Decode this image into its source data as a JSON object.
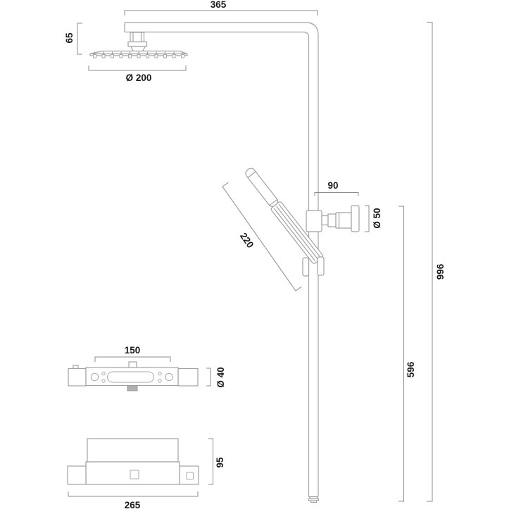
{
  "drawing": {
    "type": "technical dimension drawing",
    "subject": "thermostatic shower column with rain shower head, hand shower and mixer valve",
    "units": "mm",
    "colors": {
      "background": "#ffffff",
      "outline": "#a2a2a2",
      "dimension_line": "#8c8c8c",
      "text": "#1a1a1a",
      "shaded_part": "#b0b0b0"
    },
    "dimensions": {
      "arm_length": "365",
      "head_height": "65",
      "head_diameter": "Ø 200",
      "diverter_offset": "90",
      "diverter_knob_diameter": "Ø 50",
      "hand_shower_length": "220",
      "overall_height": "996",
      "rail_length": "596",
      "valve_hole_spacing": "150",
      "valve_body_diameter": "Ø 40",
      "valve_depth": "95",
      "valve_overall_width": "265"
    }
  }
}
